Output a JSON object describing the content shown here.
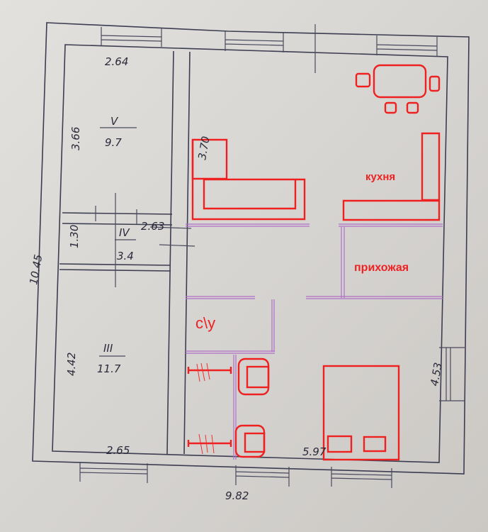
{
  "plan": {
    "overall_width": "9.82",
    "overall_height": "10.45",
    "rooms": [
      {
        "number": "V",
        "area": "9.7",
        "width": "2.64",
        "length": "3.66"
      },
      {
        "number": "IV",
        "area": "3.4",
        "width": "2.63",
        "length": "1.30"
      },
      {
        "number": "III",
        "area": "11.7",
        "width": "2.65",
        "length": "4.42"
      }
    ],
    "dimensions": {
      "kitchen_length": "3.70",
      "living_length": "4.53",
      "living_width": "5.97"
    },
    "labels": {
      "kitchen": "кухня",
      "hallway": "прихожая",
      "bathroom": "с\\у"
    },
    "colors": {
      "annotation_red": "#ee2020",
      "partition_purple": "#b070c8",
      "ink": "#3d3d52",
      "paper": "#d6d4d1"
    }
  }
}
